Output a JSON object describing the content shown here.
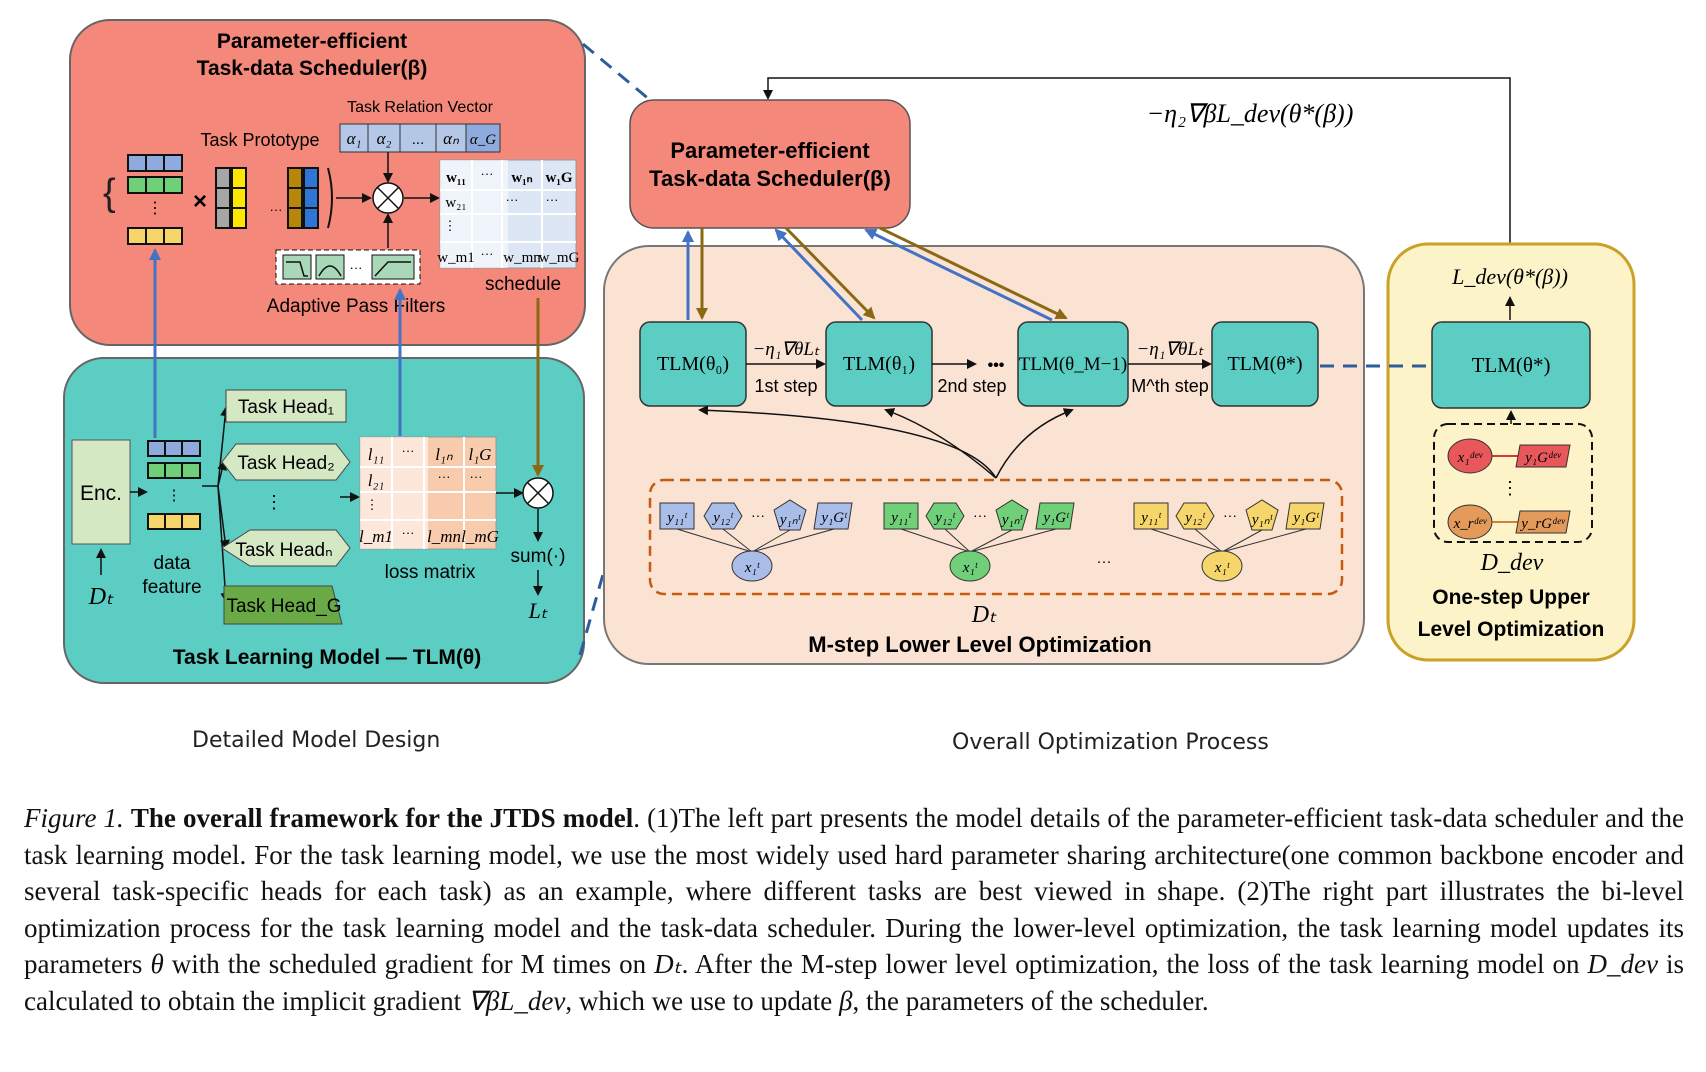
{
  "left": {
    "scheduler_title_1": "Parameter-efficient",
    "scheduler_title_2": "Task-data Scheduler(β)",
    "task_relation_vector": "Task Relation Vector",
    "task_prototype": "Task Prototype",
    "alphas": [
      "α₁",
      "α₂",
      "...",
      "αₙ",
      "α_G"
    ],
    "w_matrix": [
      "w₁₁",
      "···",
      "w₁ₙ",
      "w₁G",
      "w₂₁",
      "···",
      "···",
      "w_m1",
      "···",
      "w_mn",
      "w_mG"
    ],
    "adaptive_filters": "Adaptive Pass Filters",
    "schedule": "schedule",
    "encoder": "Enc.",
    "d_t": "Dₜ",
    "data_feature_1": "data",
    "data_feature_2": "feature",
    "task_heads": [
      "Task Head₁",
      "Task Head₂",
      "⋮",
      "Task Headₙ",
      "Task Head_G"
    ],
    "l_matrix": [
      "l₁₁",
      "···",
      "l₁ₙ",
      "l₁G",
      "l₂₁",
      "···",
      "···",
      "l_m1",
      "···",
      "l_mn",
      "l_mG"
    ],
    "loss_matrix": "loss matrix",
    "sum": "sum(·)",
    "l_t": "Lₜ",
    "tlm_title": "Task Learning Model — TLM(θ)",
    "caption": "Detailed Model Design"
  },
  "right": {
    "scheduler_title_1": "Parameter-efficient",
    "scheduler_title_2": "Task-data Scheduler(β)",
    "upper_grad": "−η₂∇βL_dev(θ*(β))",
    "tlm0": "TLM(θ₀)",
    "tlm1": "TLM(θ₁)",
    "tlmM1": "TLM(θ_M−1)",
    "tlmstar": "TLM(θ*)",
    "grad1": "−η₁∇θLₜ",
    "grad2": "−η₁∇θLₜ",
    "step1": "1st step",
    "step2": "2nd step",
    "stepM": "M^th step",
    "dots": "•••",
    "blue_ys": [
      "y₁₁ᵗ",
      "y₁₂ᵗ",
      "···",
      "y₁ₙᵗ",
      "y₁Gᵗ"
    ],
    "x1": "x₁ᵗ",
    "ellipsis": "···",
    "d_t": "Dₜ",
    "lower_title": "M-step Lower Level Optimization",
    "l_dev": "L_dev(θ*(β))",
    "tlm_dev": "TLM(θ*)",
    "x1dev": "x₁ᵈᵉᵛ",
    "y1Gdev": "y₁Gᵈᵉᵛ",
    "xrdev": "x_rᵈᵉᵛ",
    "yrGdev": "y_rGᵈᵉᵛ",
    "vdots": "⋮",
    "d_dev": "D_dev",
    "upper_title_1": "One-step Upper",
    "upper_title_2": "Level Optimization",
    "caption": "Overall Optimization Process"
  },
  "figure_caption": {
    "label": "Figure 1.",
    "title": "The overall framework for the JTDS model",
    "body_1": ". (1)The left part presents the model details of the parameter-efficient task-data scheduler and the task learning model. For the task learning model, we use the most widely used hard parameter sharing architecture(one common backbone encoder and several task-specific heads for each task) as an example, where different tasks are best viewed in shape. (2)The right part illustrates the bi-level optimization process for the task learning model and the task-data scheduler. During the lower-level optimization, the task learning model updates its parameters ",
    "theta": "θ",
    "body_2": " with the scheduled gradient for M times on ",
    "dt": "Dₜ",
    "body_3": ". After the M-step lower level optimization, the loss of the task learning model on ",
    "ddev": "D_dev",
    "body_4": " is calculated to obtain the implicit gradient ",
    "grad": "∇βL_dev",
    "body_5": ", which we use to update ",
    "beta": "β",
    "body_6": ", the parameters of the scheduler."
  },
  "colors": {
    "scheduler_fill": "#f4887a",
    "tlm_fill": "#5ccdc3",
    "lower_fill": "#fbe3d4",
    "upper_fill": "#fdf3c9",
    "upper_border": "#c9a227",
    "blue_arrow": "#4472c4",
    "brown_arrow": "#8b6914",
    "orange_dash": "#c55a11",
    "blue_shape": "#a9bde8",
    "green_shape": "#70d07a",
    "yellow_shape": "#f6d66b",
    "red_shape": "#e8575a",
    "orange_shape": "#e39a5b"
  }
}
